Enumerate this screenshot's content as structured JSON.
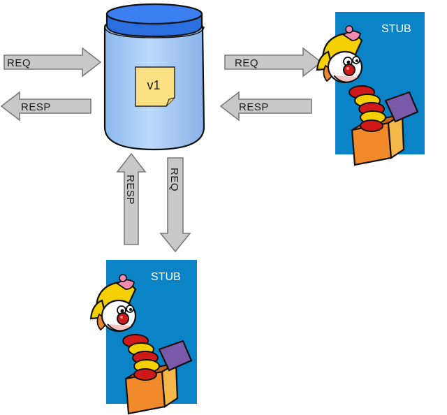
{
  "store": {
    "note_label": "v1"
  },
  "stub_right": {
    "label": "STUB"
  },
  "stub_bottom": {
    "label": "STUB"
  },
  "arrows": {
    "left_in": "REQ",
    "left_out": "RESP",
    "right_out": "REQ",
    "right_in": "RESP",
    "bottom_up": "RESP",
    "bottom_down": "REQ"
  },
  "colors": {
    "arrow_fill": "#c8c8c8",
    "arrow_stroke": "#7a7a7a",
    "jar_body": "#a8ccf5",
    "jar_lid": "#2a6ee0",
    "note": "#fce184",
    "stub_bg": "#0a84c6"
  }
}
